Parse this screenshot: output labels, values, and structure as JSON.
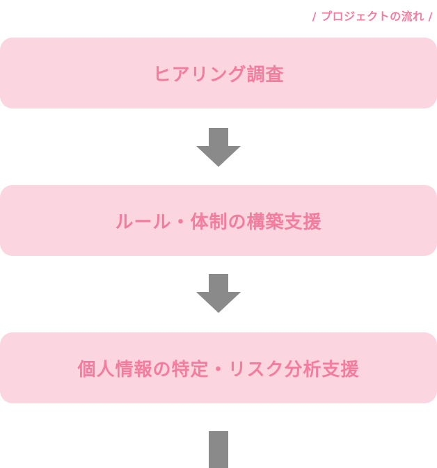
{
  "header": {
    "label": "/ プロジェクトの流れ /"
  },
  "flow": {
    "steps": [
      {
        "label": "ヒアリング調査"
      },
      {
        "label": "ルール・体制の構築支援"
      },
      {
        "label": "個人情報の特定・リスク分析支援"
      }
    ]
  },
  "colors": {
    "accent": "#f37d9f",
    "box_background": "#fbd5df",
    "arrow": "#8a8a8a"
  },
  "icons": {
    "connector": "arrow-down-icon"
  }
}
